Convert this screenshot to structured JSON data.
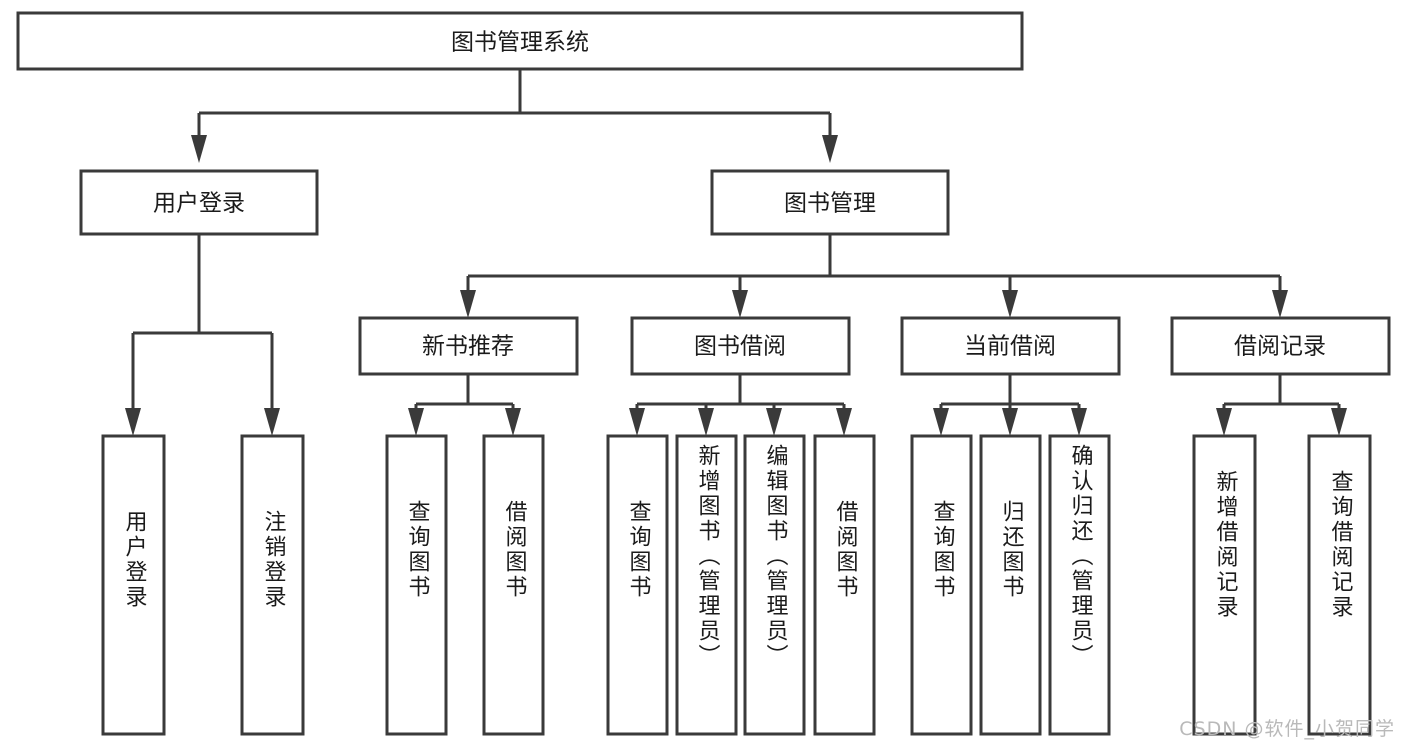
{
  "diagram": {
    "title": "图书管理系统",
    "type": "hierarchy-tree",
    "root": {
      "label": "图书管理系统"
    },
    "level2": [
      {
        "label": "用户登录"
      },
      {
        "label": "图书管理"
      }
    ],
    "level3": [
      {
        "label": "新书推荐"
      },
      {
        "label": "图书借阅"
      },
      {
        "label": "当前借阅"
      },
      {
        "label": "借阅记录"
      }
    ],
    "leaves": {
      "user_login": [
        {
          "label": "用户登录"
        },
        {
          "label": "注销登录"
        }
      ],
      "new_book_recommend": [
        {
          "label": "查询图书"
        },
        {
          "label": "借阅图书"
        }
      ],
      "book_borrow": [
        {
          "label": "查询图书"
        },
        {
          "label": "新增图书（管理员）"
        },
        {
          "label": "编辑图书（管理员）"
        },
        {
          "label": "借阅图书"
        }
      ],
      "current_borrow": [
        {
          "label": "查询图书"
        },
        {
          "label": "归还图书"
        },
        {
          "label": "确认归还（管理员）"
        }
      ],
      "borrow_records": [
        {
          "label": "新增借阅记录"
        },
        {
          "label": "查询借阅记录"
        }
      ]
    }
  },
  "watermark": {
    "text": "CSDN @软件_小贺同学"
  },
  "colors": {
    "stroke": "#3a3a3a",
    "fill": "#ffffff",
    "text": "#1b1b1b",
    "watermark": "#b9b9b9"
  }
}
